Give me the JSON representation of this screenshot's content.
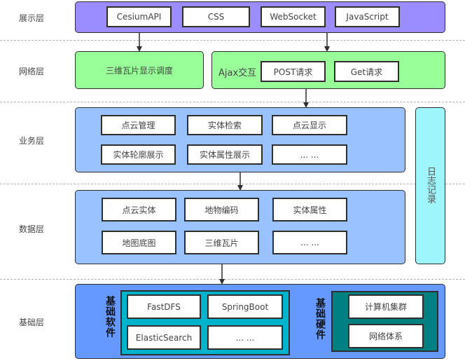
{
  "colors": {
    "presentation": "#9b8cff",
    "network": "#99ff99",
    "business": "#99c2ff",
    "data": "#99c2ff",
    "foundation": "#6699ff",
    "log": "#9ef5fb",
    "software_inner": "#00b3cc",
    "hardware_inner": "#008080"
  },
  "layers": {
    "presentation": {
      "label": "展示层",
      "items": [
        "CesiumAPI",
        "CSS",
        "WebSocket",
        "JavaScript"
      ]
    },
    "network": {
      "label": "网络层",
      "tile_scheduling": "三维瓦片显示调度",
      "ajax_label": "Ajax交互",
      "ajax_items": [
        "POST请求",
        "Get请求"
      ]
    },
    "business": {
      "label": "业务层",
      "items": [
        "点云管理",
        "实体检索",
        "点云显示",
        "实体轮廓展示",
        "实体属性展示",
        "... ..."
      ]
    },
    "data": {
      "label": "数据层",
      "items": [
        "点云实体",
        "地物编码",
        "实体属性",
        "地图底图",
        "三维瓦片",
        "... ..."
      ]
    },
    "foundation": {
      "label": "基础层",
      "software_label": "基础软件",
      "software_items": [
        "FastDFS",
        "SpringBoot",
        "ElasticSearch",
        "... ..."
      ],
      "hardware_label": "基础硬件",
      "hardware_items": [
        "计算机集群",
        "网络体系"
      ]
    }
  },
  "log": {
    "label": "日志记录"
  }
}
